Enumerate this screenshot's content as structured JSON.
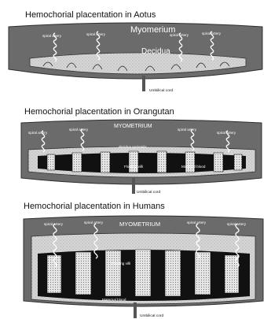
{
  "panels": [
    {
      "title": "Hemochorial placentation in Aotus",
      "myometrium_label": "Myomerium",
      "decidua_label": "Decidua",
      "spiral_artery_label": "spiral artery",
      "umbilical_cord_label": "Umbilical cord"
    },
    {
      "title": "Hemochorial placentation in Orangutan",
      "myometrium_label": "MYOMETRIUM",
      "decidua_label": "decidua parietalis",
      "spiral_artery_label": "spiral artery",
      "floating_villi_label": "Floating villi",
      "maternal_blood_label": "Maternal blood",
      "umbilical_cord_label": "Umbilical cord"
    },
    {
      "title": "Hemochorial placentation in Humans",
      "myometrium_label": "MYOMETRIUM",
      "spiral_artery_label": "spiral artery",
      "floating_villi_label": "Floating villi",
      "maternal_blood_label": "Maternal blood",
      "umbilical_cord_label": "Umbilical cord"
    }
  ],
  "colors": {
    "myometrium": "#6b6b6b",
    "decidua": "#d2d2d2",
    "blood": "#111111",
    "villi": "#bdbdbd"
  }
}
